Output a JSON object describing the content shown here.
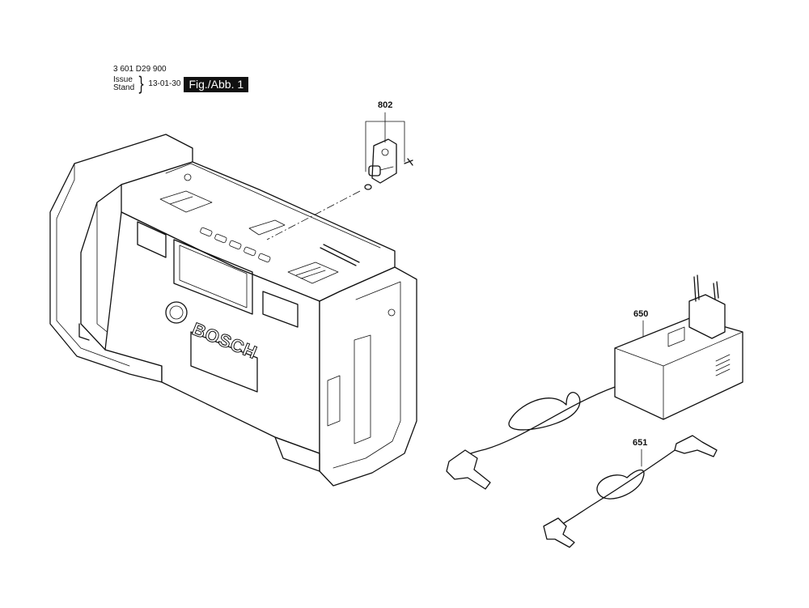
{
  "header": {
    "part_number": "3 601 D29 900",
    "issue_label": "Issue",
    "stand_label": "Stand",
    "date": "13-01-30",
    "figure_label": "Fig./Abb. 1"
  },
  "parts": {
    "p802": "802",
    "p650": "650",
    "p651": "651"
  },
  "drawing": {
    "brand_text": "BOSCH"
  }
}
